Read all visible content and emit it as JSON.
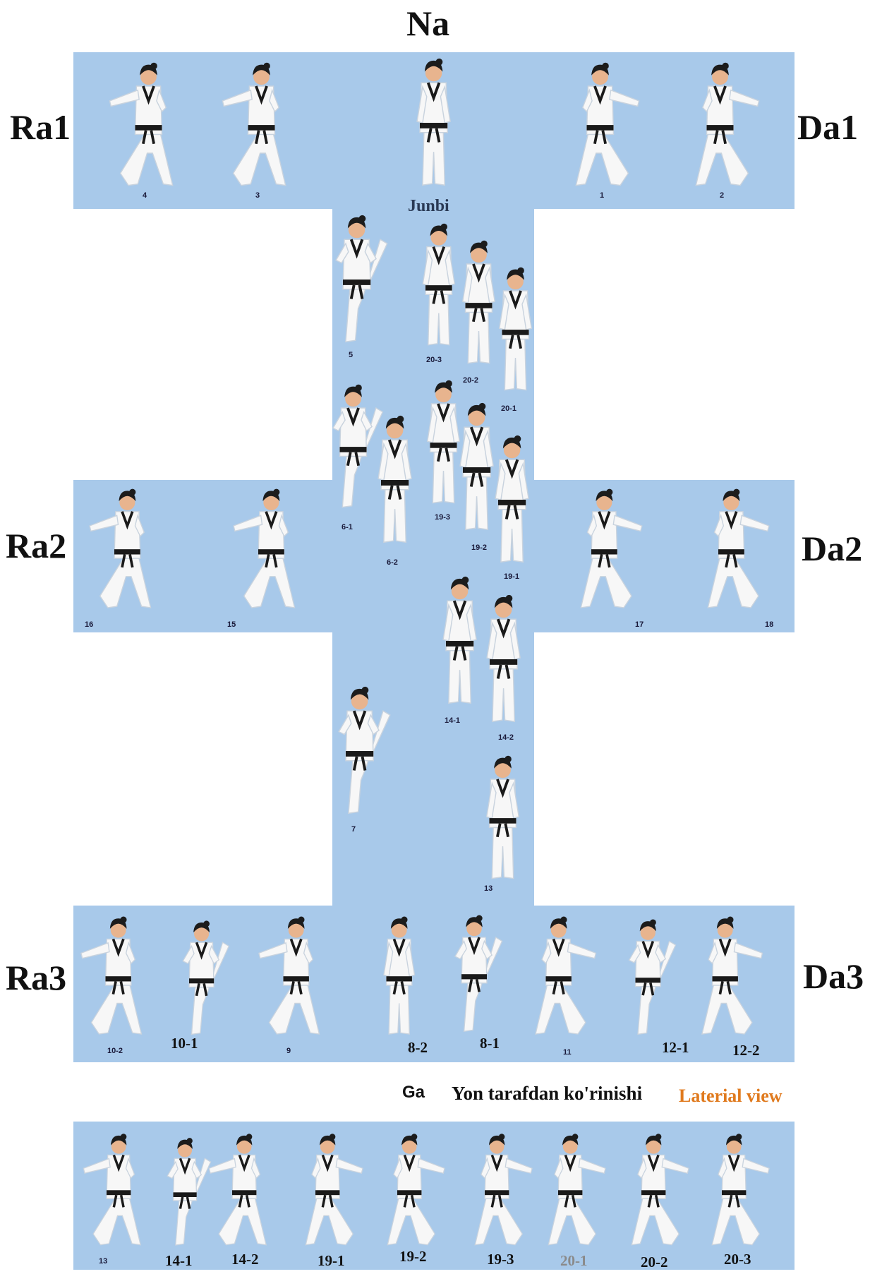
{
  "labels": {
    "na": "Na",
    "ra1": "Ra1",
    "da1": "Da1",
    "ra2": "Ra2",
    "da2": "Da2",
    "ra3": "Ra3",
    "da3": "Da3",
    "junbi": "Junbi",
    "ga": "Ga",
    "lateral_uz": "Yon tarafdan ko'rinishi",
    "lateral_en": "Laterial view"
  },
  "colors": {
    "band": "#a8c9ea",
    "uniform": "#f7f7f7",
    "belt": "#1a1a1a",
    "skin": "#e8b48e",
    "hair": "#1c1c1c",
    "lateral_en": "#e07a1e",
    "faded_label": "#8a8a8a"
  },
  "top_row": [
    "4",
    "3",
    "1",
    "2"
  ],
  "vertical_upper": [
    "5",
    "20-3",
    "20-2",
    "20-1",
    "6-1",
    "6-2",
    "19-3",
    "19-2",
    "19-1"
  ],
  "middle_row": [
    "16",
    "15",
    "17",
    "18"
  ],
  "vertical_lower": [
    "14-1",
    "14-2",
    "7",
    "13"
  ],
  "bottom_row": [
    "10-2",
    "10-1",
    "9",
    "8-2",
    "8-1",
    "11",
    "12-1",
    "12-2"
  ],
  "lateral_row": [
    "13",
    "14-1",
    "14-2",
    "19-1",
    "19-2",
    "19-3",
    "20-1",
    "20-2",
    "20-3"
  ]
}
